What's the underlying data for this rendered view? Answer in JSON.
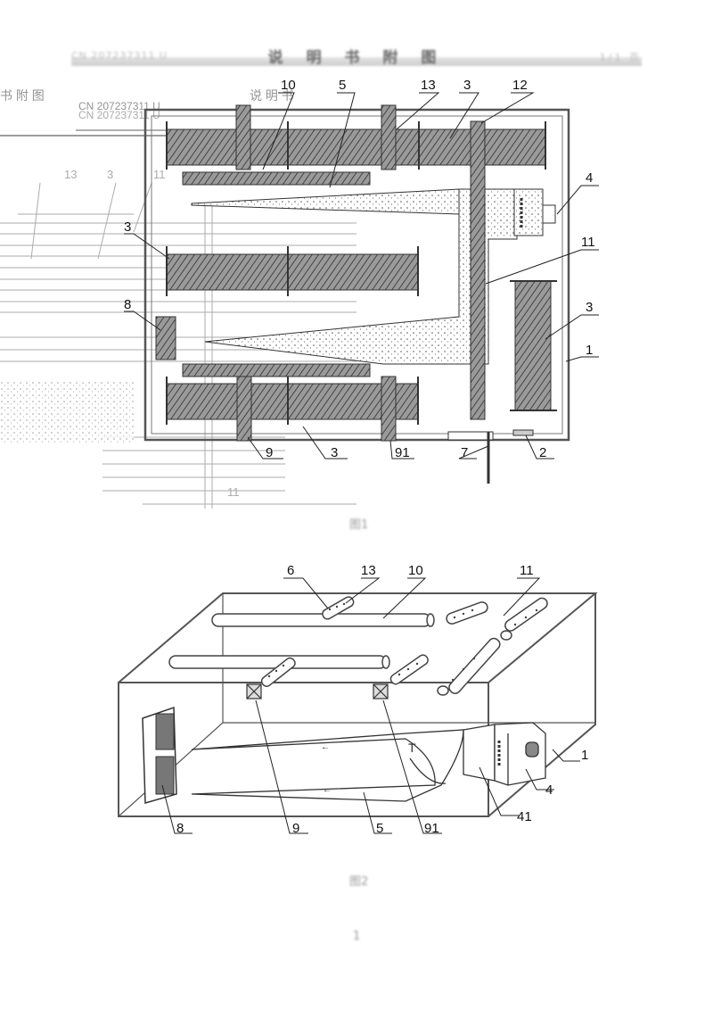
{
  "header": {
    "left": "CN 207237311 U",
    "center": "说 明 书 附 图",
    "right": "1/1 页"
  },
  "fig1": {
    "caption": "图1",
    "ghost_text": {
      "fu_tu": "书 附 图",
      "patent_no_a": "CN 207237311 U",
      "patent_no_b": "CN 207237311 U",
      "shuo_ming": "说 明 书"
    },
    "labels": {
      "l10": "10",
      "l5": "5",
      "l13": "13",
      "l3a": "3",
      "l12": "12",
      "l4": "4",
      "l11": "11",
      "l3b": "3",
      "l3c": "3",
      "l1": "1",
      "l8": "8",
      "l9": "9",
      "l3d": "3",
      "l91": "91",
      "l7": "7",
      "l2": "2"
    },
    "ghost_labels": {
      "g13": "13",
      "g3": "3",
      "g11": "11",
      "g11b": "11"
    }
  },
  "fig2": {
    "caption": "图2",
    "labels": {
      "l6": "6",
      "l13": "13",
      "l10": "10",
      "l11": "11",
      "l1": "1",
      "l4": "4",
      "l41": "41",
      "l91": "91",
      "l5": "5",
      "l9": "9",
      "l8": "8",
      "lT": "T"
    }
  },
  "footer": {
    "page": "1"
  }
}
